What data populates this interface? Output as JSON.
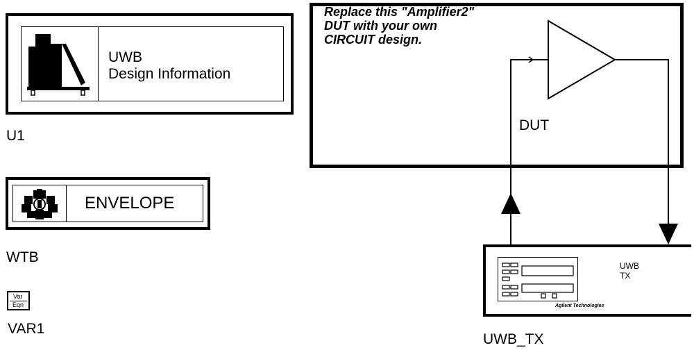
{
  "design_info": {
    "title": "UWB",
    "subtitle": "Design Information",
    "instance": "U1"
  },
  "envelope": {
    "label": "ENVELOPE",
    "instance": "WTB"
  },
  "var_eqn": {
    "line1": "Var",
    "line2": "Eqn",
    "instance": "VAR1"
  },
  "dut_box": {
    "note_line1": "Replace this \"Amplifier2\"",
    "note_line2": "DUT with your own",
    "note_line3": "CIRCUIT design.",
    "amplifier_label": "DUT"
  },
  "uwb_tx": {
    "line1": "UWB",
    "line2": "TX",
    "maker": "Agilent Technologies",
    "instance": "UWB_TX"
  },
  "colors": {
    "ink": "#000000",
    "paper": "#ffffff"
  }
}
